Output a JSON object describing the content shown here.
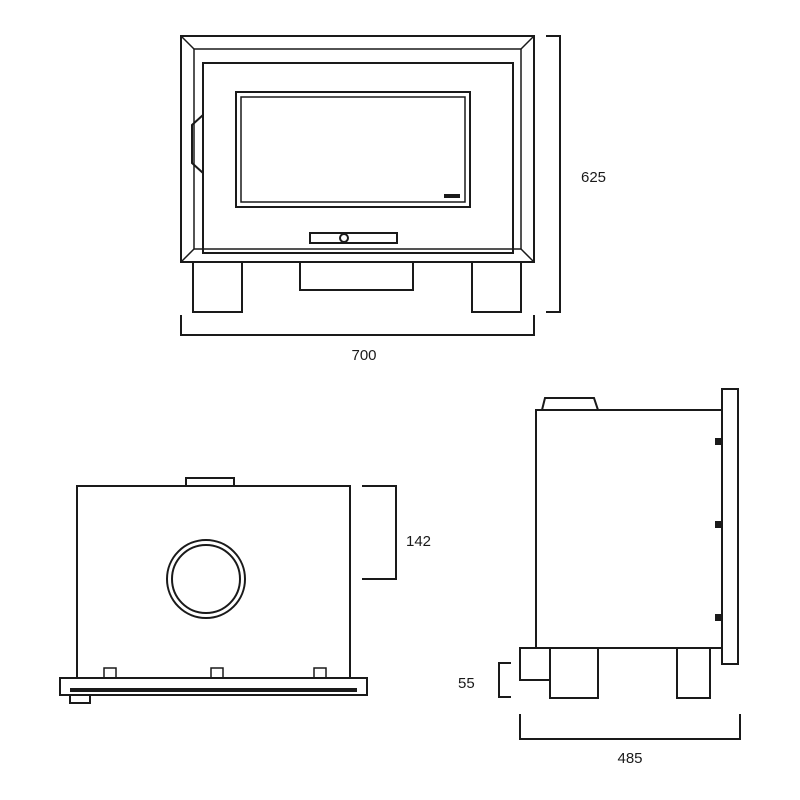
{
  "dimensions": {
    "front_height": "625",
    "front_width": "700",
    "top_flue": "142",
    "side_leg": "55",
    "side_depth": "485"
  },
  "colors": {
    "line": "#1a1a1a",
    "background": "#ffffff"
  }
}
